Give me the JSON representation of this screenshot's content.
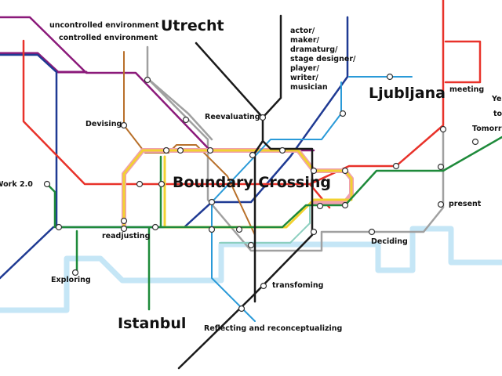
{
  "title": "Boundary Crossing",
  "cities": [
    "Utrecht",
    "Ljubljana",
    "Istanbul"
  ],
  "roles": [
    "actor/",
    "maker/",
    "dramaturg/",
    "stage designer/",
    "player/",
    "writer/",
    "musician"
  ],
  "stations": {
    "uncontrolled": "uncontrolled environment",
    "controlled": "controlled environment",
    "devising": "Devising",
    "reevaluating": "Reevaluating",
    "work": "Work 2.0",
    "readjusting": "readjusting",
    "exploring": "Exploring",
    "transforming": "transfoming",
    "reflecting": "Reflecting and reconceptualizing",
    "deciding": "Deciding",
    "present": "present",
    "meeting": "meeting",
    "yesterday": "Yes",
    "today": "to",
    "tomorrow": "Tomorro"
  },
  "colors": {
    "river": "#c5e6f6",
    "purple": "#8b1a7a",
    "navy": "#1f3a93",
    "red": "#e8322a",
    "orange": "#b8702a",
    "yellow": "#f2d230",
    "pink": "#f0a0b0",
    "green": "#1e8a3a",
    "lightblue": "#2a9ad8",
    "grey": "#a0a0a0",
    "black": "#1a1a1a",
    "teal": "#8ccfbf"
  }
}
